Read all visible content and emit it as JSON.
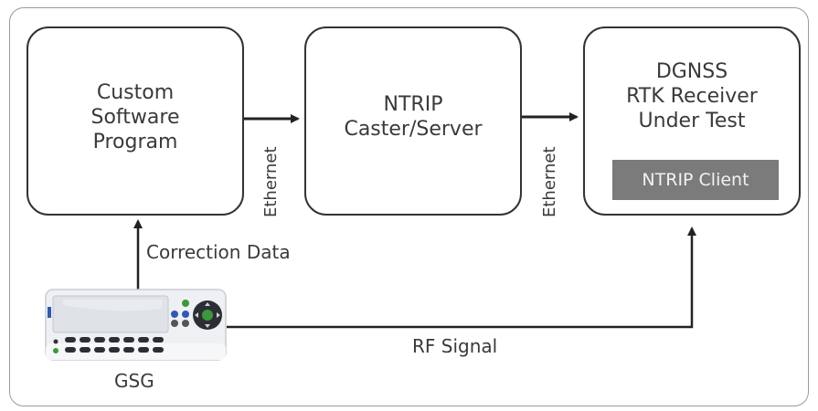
{
  "boxes": {
    "custom_software": {
      "lines": [
        "Custom",
        "Software",
        "Program"
      ]
    },
    "ntrip_caster": {
      "lines": [
        "NTRIP",
        "Caster/Server"
      ]
    },
    "dgnss_receiver": {
      "lines": [
        "DGNSS",
        "RTK Receiver",
        "Under Test"
      ],
      "client_label": "NTRIP Client"
    }
  },
  "connections": {
    "ethernet_1": "Ethernet",
    "ethernet_2": "Ethernet",
    "correction_data": "Correction Data",
    "rf_signal": "RF Signal"
  },
  "device": {
    "label": "GSG",
    "icon": "signal-generator-icon"
  },
  "colors": {
    "line": "#222222",
    "box_border": "#333333",
    "client_fill": "#7b7b7b",
    "frame": "#9a9a9a"
  }
}
